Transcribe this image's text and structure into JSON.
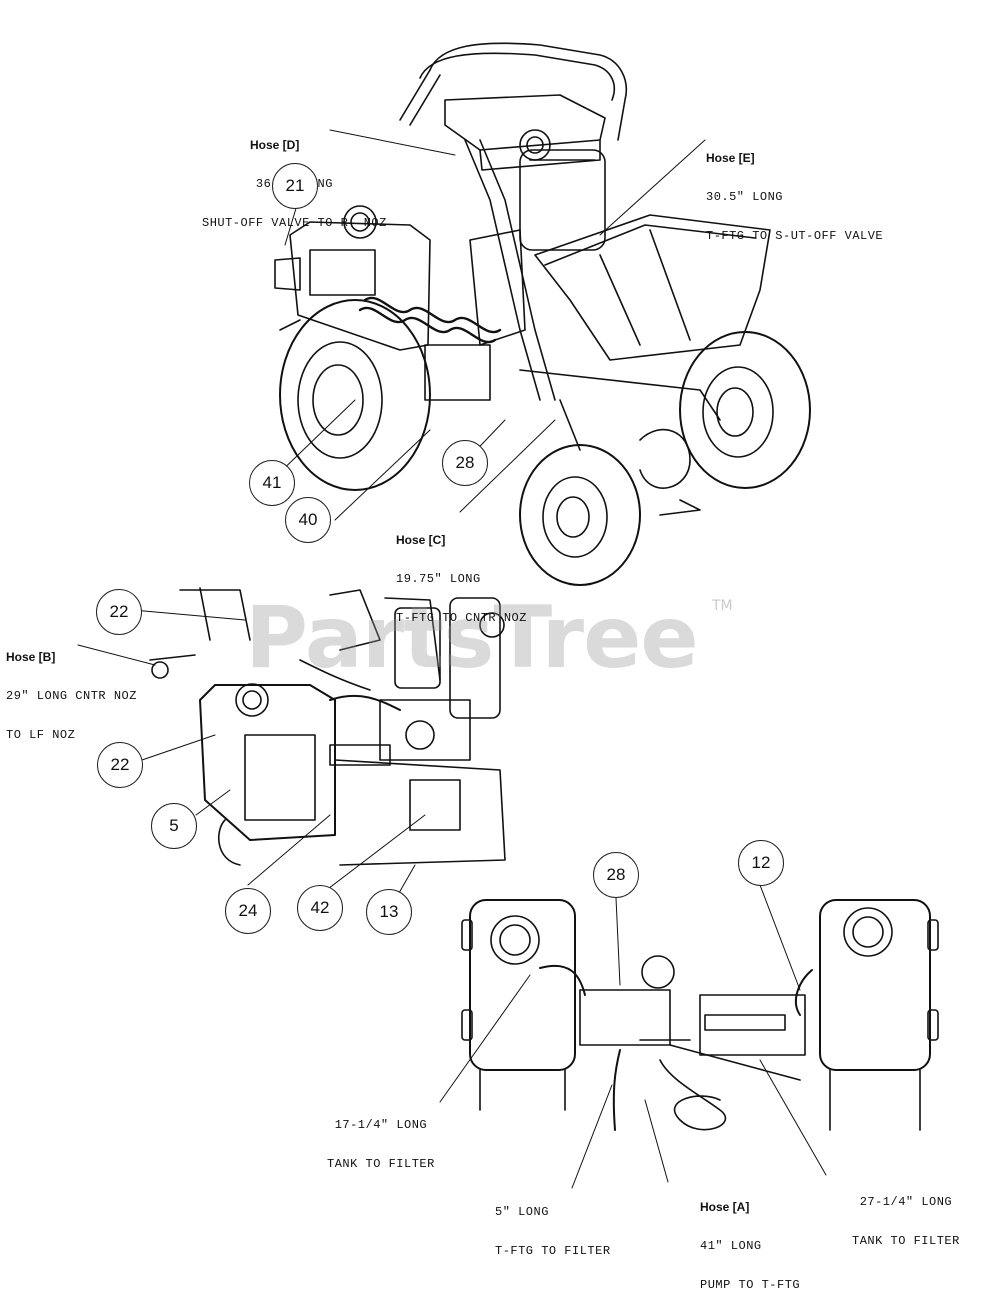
{
  "callouts": {
    "c21": "21",
    "c41": "41",
    "c28a": "28",
    "c40": "40",
    "c22a": "22",
    "c22b": "22",
    "c5": "5",
    "c24": "24",
    "c42": "42",
    "c13": "13",
    "c28b": "28",
    "c12": "12"
  },
  "hoses": {
    "d": {
      "title": "Hose [D]",
      "line1": "36.5\" LONG",
      "line2": "SHUT-OFF VALVE TO R- NOZ"
    },
    "e": {
      "title": "Hose [E]",
      "line1": "30.5\" LONG",
      "line2": "T-FTG TO S-UT-OFF VALVE"
    },
    "c": {
      "title": "Hose [C]",
      "line1": "19.75\" LONG",
      "line2": "T-FTG TO CNTR NOZ"
    },
    "b": {
      "title": "Hose [B]",
      "line1": "29\" LONG CNTR NOZ",
      "line2": "TO LF NOZ"
    },
    "a": {
      "title": "Hose [A]",
      "line1": "41\" LONG",
      "line2": "PUMP TO T-FTG"
    }
  },
  "notes": {
    "n1": {
      "line1": "17-1/4\" LONG",
      "line2": "TANK TO FILTER"
    },
    "n2": {
      "line1": "5\" LONG",
      "line2": "T-FTG TO FILTER"
    },
    "n3": {
      "line1": "27-1/4\" LONG",
      "line2": "TANK TO FILTER"
    }
  },
  "watermark": {
    "text": "PartsTree",
    "tm": "TM"
  },
  "colors": {
    "ink": "#111111",
    "watermark": "#969696"
  }
}
